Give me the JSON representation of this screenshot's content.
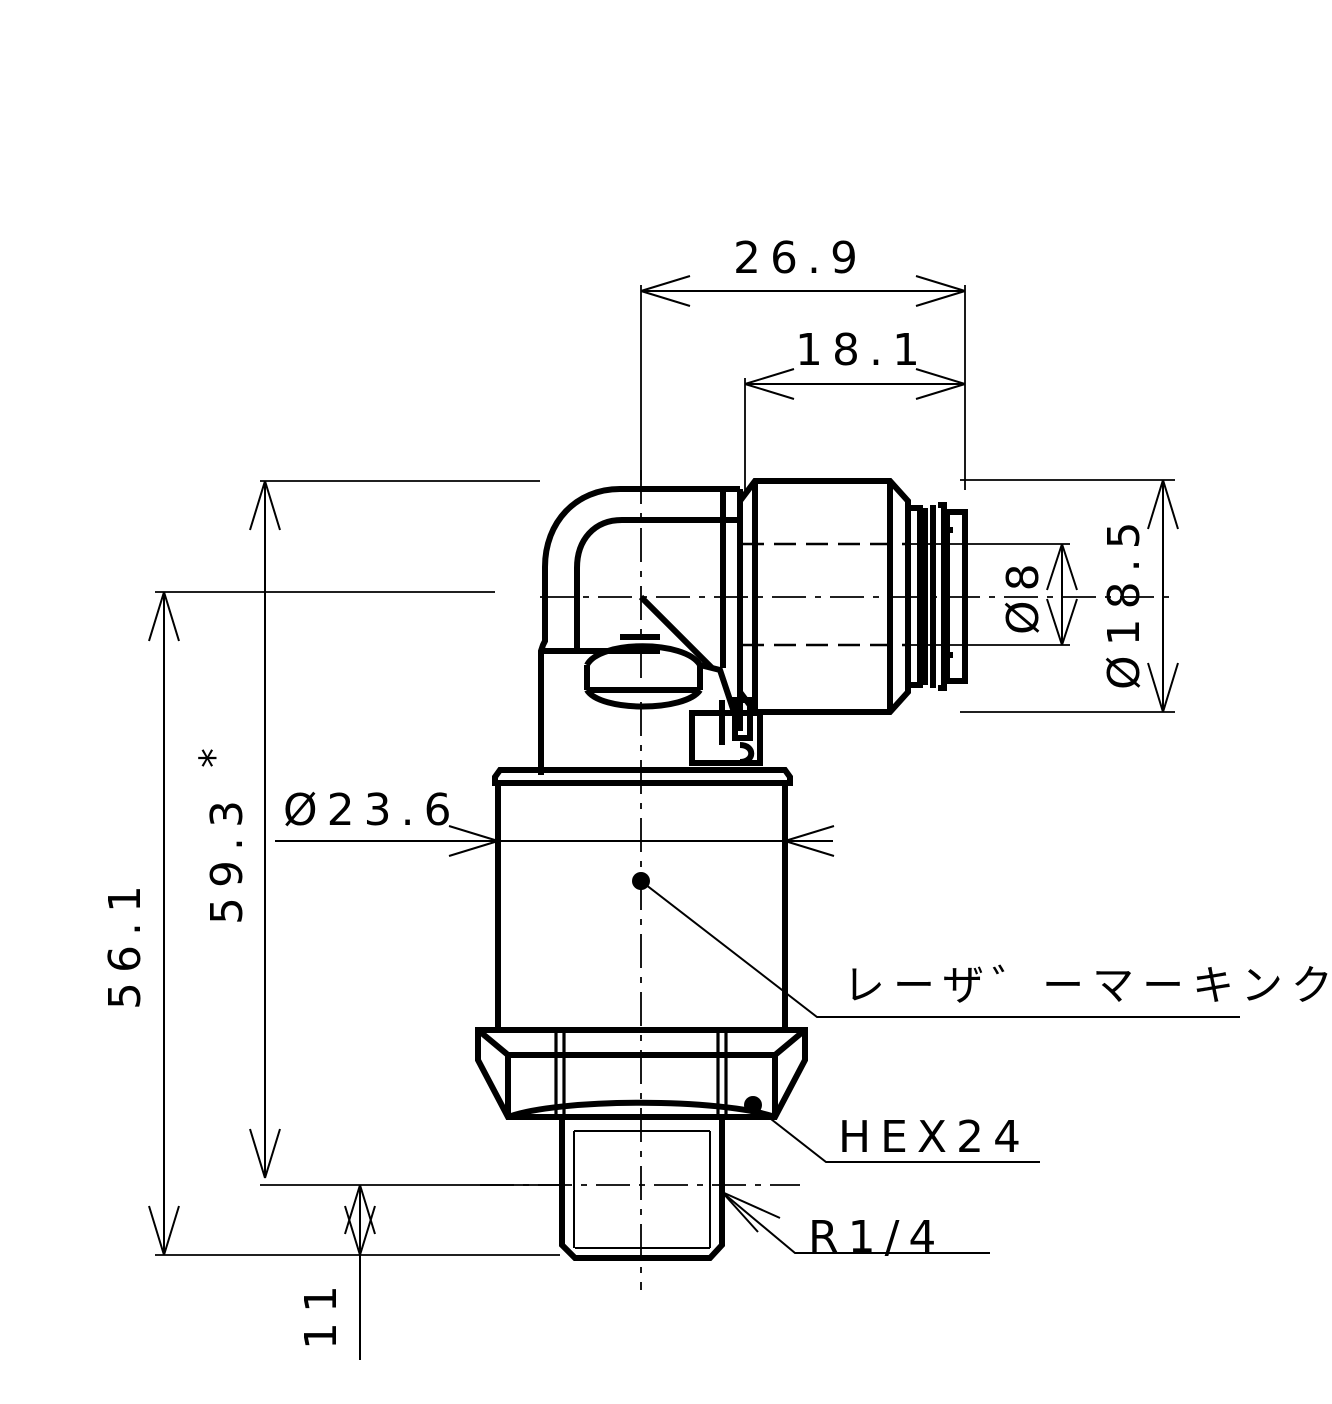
{
  "drawing": {
    "type": "technical-mechanical-drawing",
    "title": "Elbow push-in fitting with hex body and tapered thread",
    "background_color": "#ffffff",
    "line_color": "#000000",
    "units": "mm"
  },
  "dimensions": {
    "top_overall": "26.9",
    "top_inner": "18.1",
    "right_outer": "Ø18.5",
    "right_inner": "Ø8",
    "left_outer": "56.1",
    "left_inner": "59.3*",
    "body_diameter": "Ø23.6",
    "thread_length": "11"
  },
  "annotations": {
    "laser_marking": "レーザ゛ーマーキンク゛",
    "hex_size": "HEX24",
    "thread_spec": "R1/4"
  },
  "labels": {
    "top_overall": "26.9",
    "top_inner": "18.1",
    "dia_18_5": "Ø18.5",
    "dia_8": "Ø8",
    "len_56_1": "56.1",
    "len_59_3": "59.3",
    "len_59_3_mark": "*",
    "dia_23_6": "Ø23.6",
    "len_11": "11",
    "laser": "レーザ゛ーマーキンク゛",
    "hex": "HEX24",
    "thread": "R1/4"
  }
}
